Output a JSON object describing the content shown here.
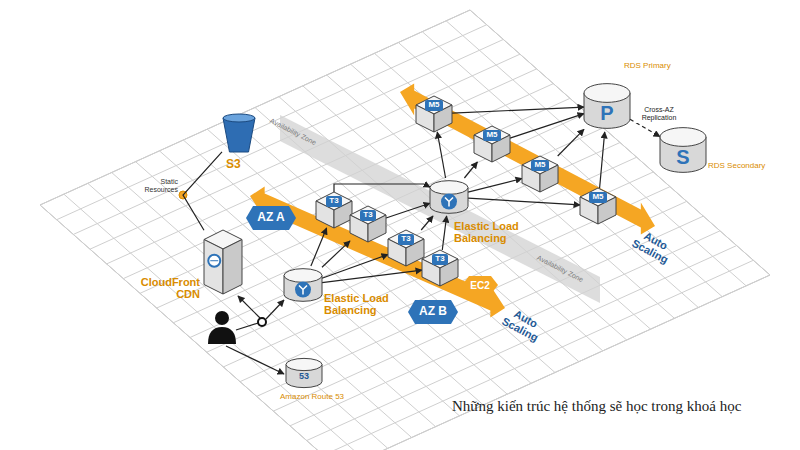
{
  "diagram": {
    "caption": "Những kiến trúc hệ thống sẽ học trong khoá học",
    "nodes": [
      {
        "text": [
          "S3"
        ]
      },
      {
        "text": [
          "CloudFront CDN"
        ]
      },
      {
        "text": [
          "Elastic Load Balancing"
        ]
      },
      {
        "text": [
          "53",
          "Amazon Route 53"
        ]
      },
      {
        "text": [
          "AZ A"
        ]
      },
      {
        "text": [
          "T3"
        ]
      },
      {
        "text": [
          "T3"
        ]
      },
      {
        "text": [
          "T3"
        ]
      },
      {
        "text": [
          "T3"
        ]
      },
      {
        "text": [
          "EC2"
        ]
      },
      {
        "text": [
          "AZ B"
        ]
      },
      {
        "text": [
          "Elastic Load Balancing"
        ]
      },
      {
        "text": [
          "M5"
        ]
      },
      {
        "text": [
          "M5"
        ]
      },
      {
        "text": [
          "M5"
        ]
      },
      {
        "text": [
          "M5"
        ]
      },
      {
        "text": [
          "P",
          "RDS Primary"
        ]
      },
      {
        "text": [
          "S",
          "RDS Secondary"
        ]
      }
    ],
    "edges": [
      {
        "from": 1,
        "to": 0,
        "arrow": "none"
      },
      {
        "from": 2,
        "to": 5,
        "arrow": "to"
      },
      {
        "from": 2,
        "to": 6,
        "arrow": "to"
      },
      {
        "from": 2,
        "to": 7,
        "arrow": "to"
      },
      {
        "from": 2,
        "to": 8,
        "arrow": "to"
      },
      {
        "from": 5,
        "to": 11,
        "arrow": "to"
      },
      {
        "from": 6,
        "to": 11,
        "arrow": "to"
      },
      {
        "from": 7,
        "to": 11,
        "arrow": "to"
      },
      {
        "from": 8,
        "to": 11,
        "arrow": "to"
      },
      {
        "from": 11,
        "to": 12,
        "arrow": "to"
      },
      {
        "from": 11,
        "to": 13,
        "arrow": "to"
      },
      {
        "from": 11,
        "to": 14,
        "arrow": "to"
      },
      {
        "from": 11,
        "to": 15,
        "arrow": "to"
      },
      {
        "from": 12,
        "to": 16,
        "arrow": "to"
      },
      {
        "from": 13,
        "to": 16,
        "arrow": "to"
      },
      {
        "from": 14,
        "to": 16,
        "arrow": "to"
      },
      {
        "from": 15,
        "to": 16,
        "arrow": "to"
      },
      {
        "from": 16,
        "to": 17,
        "label": "Cross-AZ Replication",
        "arrow": "to"
      }
    ],
    "labels": [
      "Static Resources",
      "Availability Zone",
      "Availability Zone",
      "Auto Scaling",
      "Auto Scaling"
    ]
  }
}
